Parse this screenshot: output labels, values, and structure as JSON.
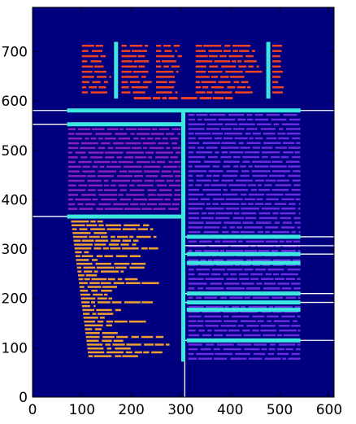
{
  "chart_data": {
    "type": "heatmap",
    "title": "",
    "xlabel": "",
    "ylabel": "",
    "xlim": [
      0,
      610
    ],
    "ylim": [
      0,
      790
    ],
    "xticks": [
      0,
      100,
      200,
      300,
      400,
      500,
      600
    ],
    "yticks": [
      0,
      100,
      200,
      300,
      400,
      500,
      600,
      700
    ],
    "grid": false,
    "colors": {
      "background": "#00007f",
      "top_block": "#ee4422",
      "left_column_text": "#8a1fbf",
      "right_column_text": "#6a2ae0",
      "lower_left_text": "#f0a030",
      "separator": "#3ae8e0",
      "line": "#ffffff"
    },
    "white_lines": [
      {
        "orientation": "horizontal",
        "y": 581,
        "x": [
          0,
          610
        ]
      },
      {
        "orientation": "horizontal",
        "y": 553,
        "x": [
          0,
          308
        ]
      },
      {
        "orientation": "horizontal",
        "y": 366,
        "x": [
          0,
          308
        ]
      },
      {
        "orientation": "horizontal",
        "y": 325,
        "x": [
          308,
          610
        ]
      },
      {
        "orientation": "horizontal",
        "y": 307,
        "x": [
          308,
          610
        ]
      },
      {
        "orientation": "horizontal",
        "y": 290,
        "x": [
          308,
          610
        ]
      },
      {
        "orientation": "horizontal",
        "y": 210,
        "x": [
          308,
          610
        ]
      },
      {
        "orientation": "horizontal",
        "y": 192,
        "x": [
          308,
          610
        ]
      },
      {
        "orientation": "horizontal",
        "y": 115,
        "x": [
          308,
          610
        ]
      },
      {
        "orientation": "vertical",
        "x": 308,
        "y": [
          0,
          581
        ]
      }
    ],
    "cyan_bars": [
      {
        "orientation": "horizontal",
        "x": [
          70,
          542
        ],
        "y": 581
      },
      {
        "orientation": "horizontal",
        "x": [
          70,
          305
        ],
        "y": 553
      },
      {
        "orientation": "horizontal",
        "x": [
          70,
          305
        ],
        "y": 366
      },
      {
        "orientation": "horizontal",
        "x": [
          312,
          542
        ],
        "y": 325
      },
      {
        "orientation": "horizontal",
        "x": [
          312,
          542
        ],
        "y": 290
      },
      {
        "orientation": "horizontal",
        "x": [
          312,
          542
        ],
        "y": 272
      },
      {
        "orientation": "horizontal",
        "x": [
          312,
          542
        ],
        "y": 210
      },
      {
        "orientation": "horizontal",
        "x": [
          312,
          542
        ],
        "y": 192
      },
      {
        "orientation": "horizontal",
        "x": [
          312,
          542
        ],
        "y": 177
      },
      {
        "orientation": "horizontal",
        "x": [
          312,
          542
        ],
        "y": 115
      },
      {
        "orientation": "vertical",
        "x": 169,
        "y": [
          605,
          720
        ]
      },
      {
        "orientation": "vertical",
        "x": 477,
        "y": [
          605,
          720
        ]
      },
      {
        "orientation": "vertical",
        "x": 305,
        "y": [
          72,
          584
        ]
      }
    ]
  }
}
